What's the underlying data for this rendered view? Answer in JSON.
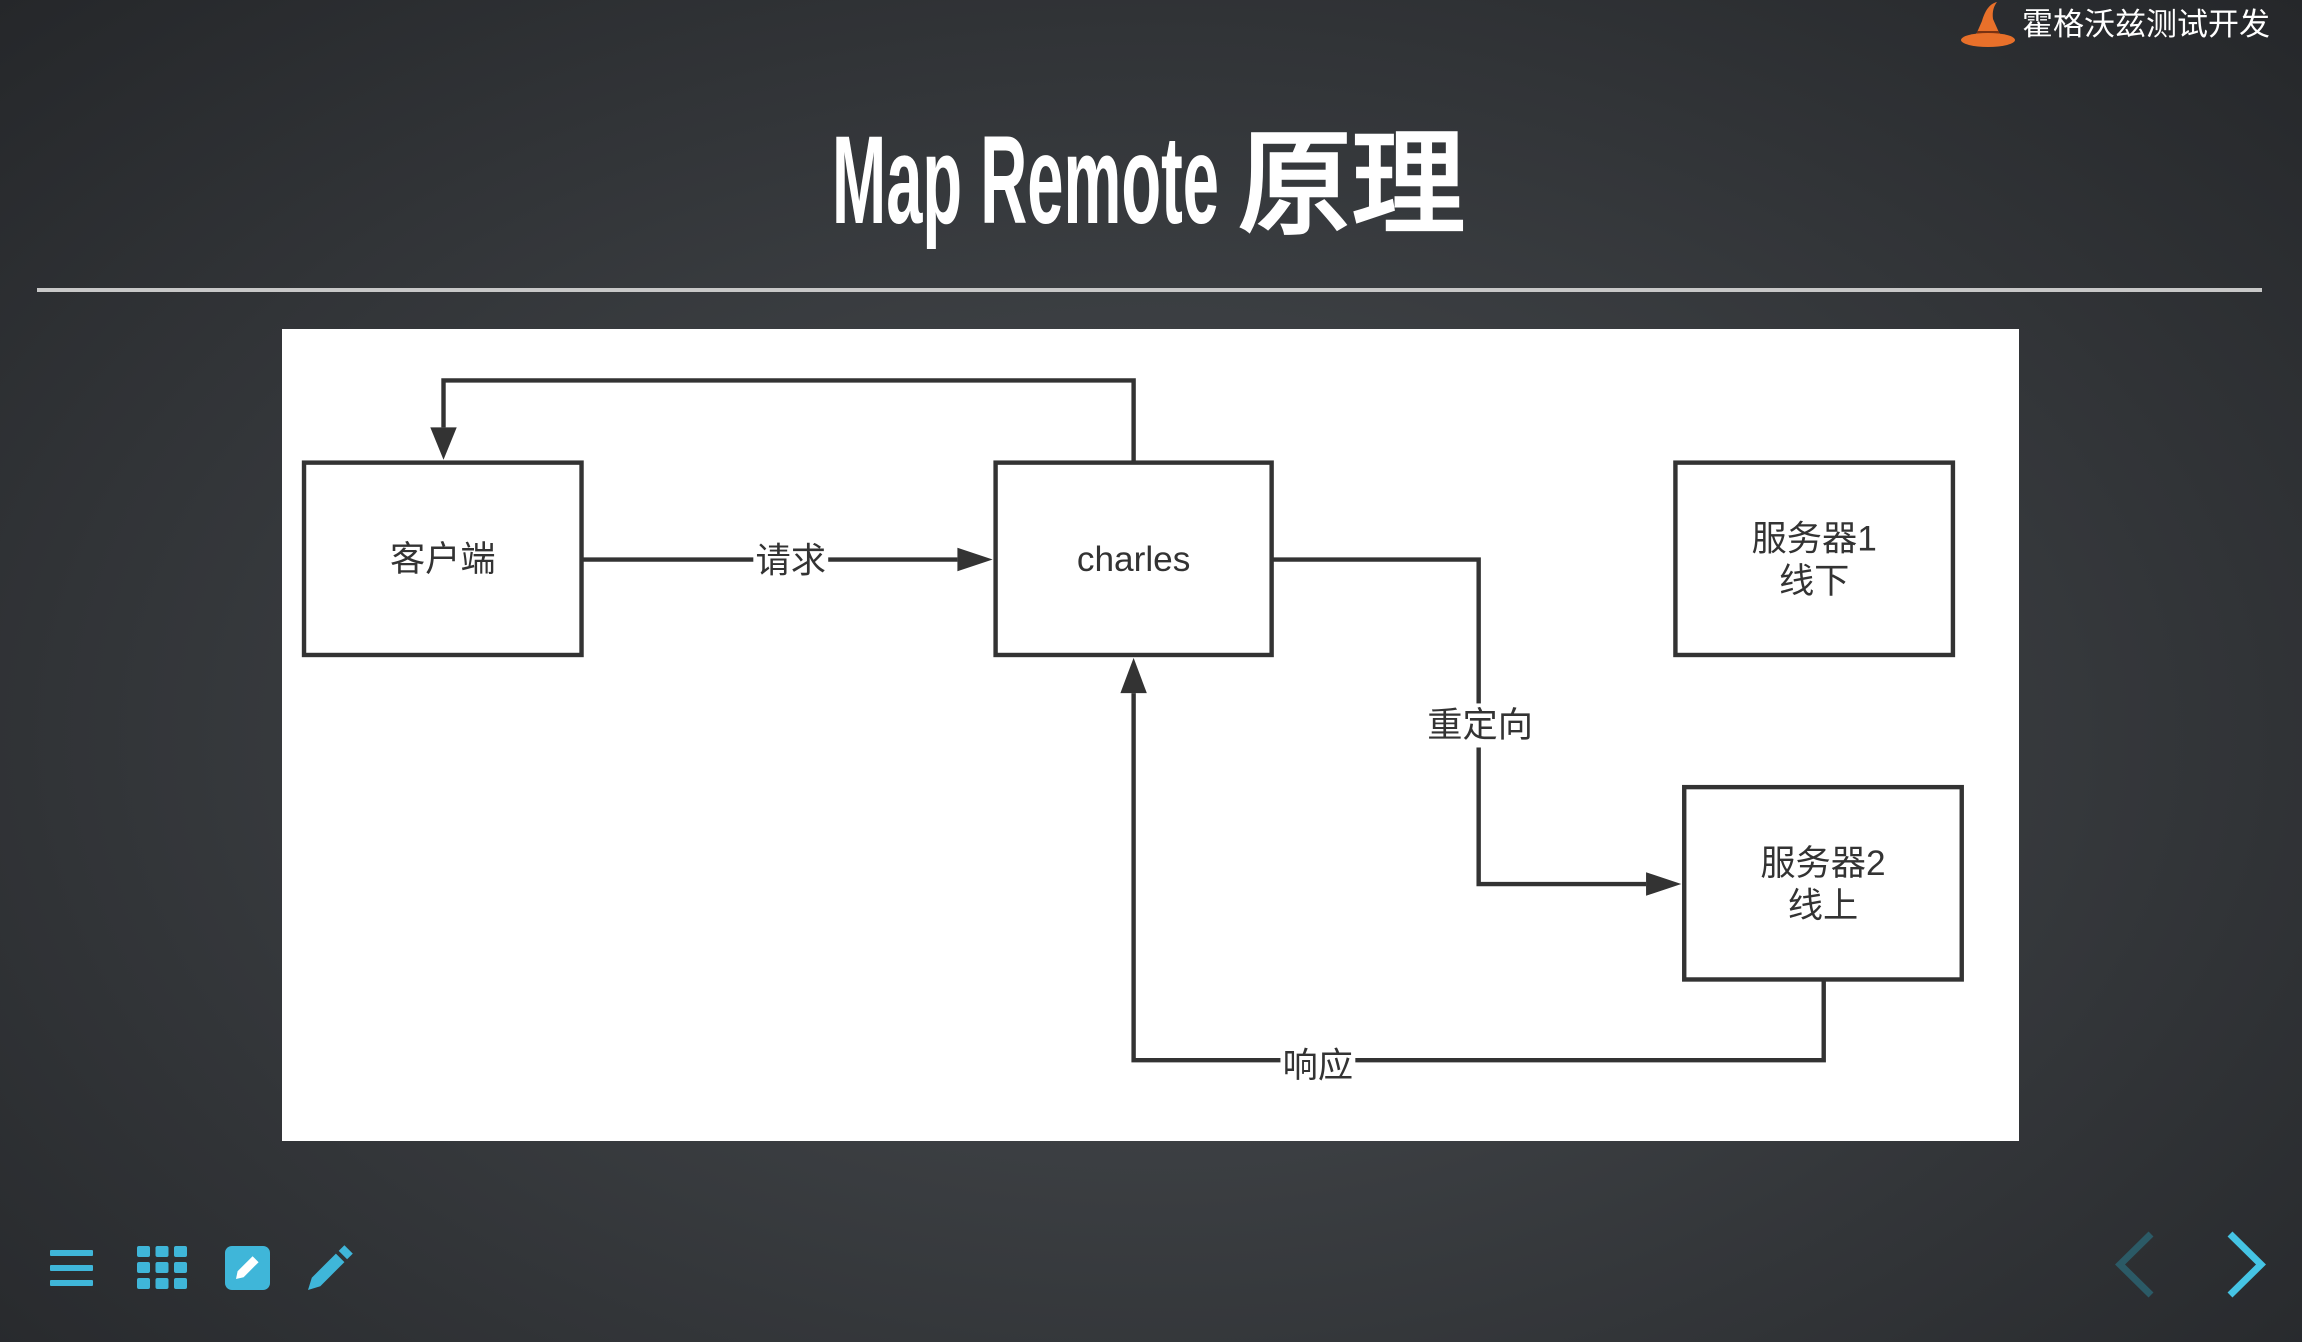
{
  "theme": {
    "background_inner": "#4a4e52",
    "background_outer": "#25272a",
    "title_color": "#ffffff",
    "rule_color": "#c8c8c8",
    "accent": "#3fb6d9",
    "accent_bright": "#45c4e4",
    "accent_dim": "#2b5a66",
    "diagram_stroke": "#333333",
    "diagram_text": "#333333"
  },
  "brand": {
    "logo_icon": "witch-hat-icon",
    "logo_color": "#e8702a",
    "name": "霍格沃兹测试开发"
  },
  "title": {
    "latin": "Map Remote",
    "cjk": "原理"
  },
  "diagram": {
    "nodes": {
      "client": {
        "label": "客户端"
      },
      "proxy": {
        "label": "charles"
      },
      "server1": {
        "line1": "服务器1",
        "line2": "线下"
      },
      "server2": {
        "line1": "服务器2",
        "line2": "线上"
      }
    },
    "edges": {
      "request": {
        "label": "请求"
      },
      "redirect": {
        "label": "重定向"
      },
      "response": {
        "label": "响应"
      }
    }
  },
  "toolbar": {
    "items": [
      {
        "icon": "menu-icon"
      },
      {
        "icon": "grid-icon"
      },
      {
        "icon": "edit-icon"
      },
      {
        "icon": "pencil-icon"
      }
    ]
  },
  "navigation": {
    "prev": {
      "icon": "chevron-left-icon",
      "enabled": false
    },
    "next": {
      "icon": "chevron-right-icon",
      "enabled": true
    }
  }
}
